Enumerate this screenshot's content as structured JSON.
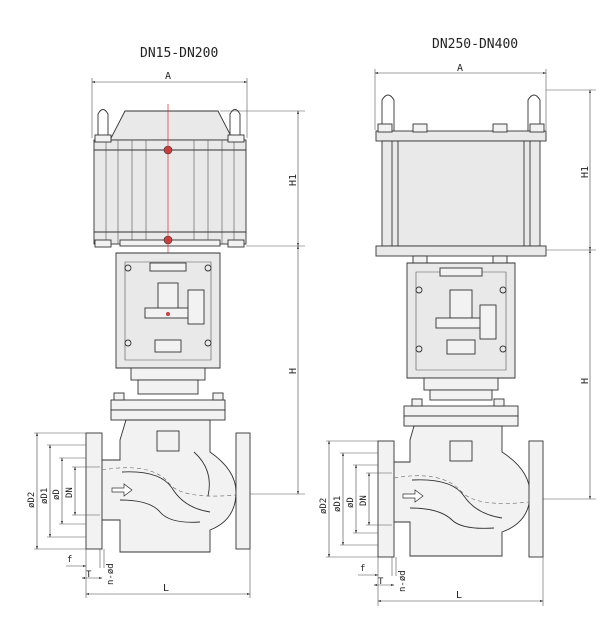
{
  "left_drawing": {
    "title": "DN15-DN200",
    "dims": {
      "A": "A",
      "H1": "H1",
      "H": "H",
      "L": "L",
      "D2": "øD2",
      "D1": "øD1",
      "D": "øD",
      "DN": "DN",
      "f": "f",
      "T": "T",
      "nd": "n-ød"
    }
  },
  "right_drawing": {
    "title": "DN250-DN400",
    "dims": {
      "A": "A",
      "H1": "H1",
      "H": "H",
      "L": "L",
      "D2": "øD2",
      "D1": "øD1",
      "D": "øD",
      "DN": "DN",
      "f": "f",
      "T": "T",
      "nd": "n-ød"
    }
  },
  "colors": {
    "line": "#333333",
    "centerline": "#d83030",
    "accent": "#c84040"
  }
}
